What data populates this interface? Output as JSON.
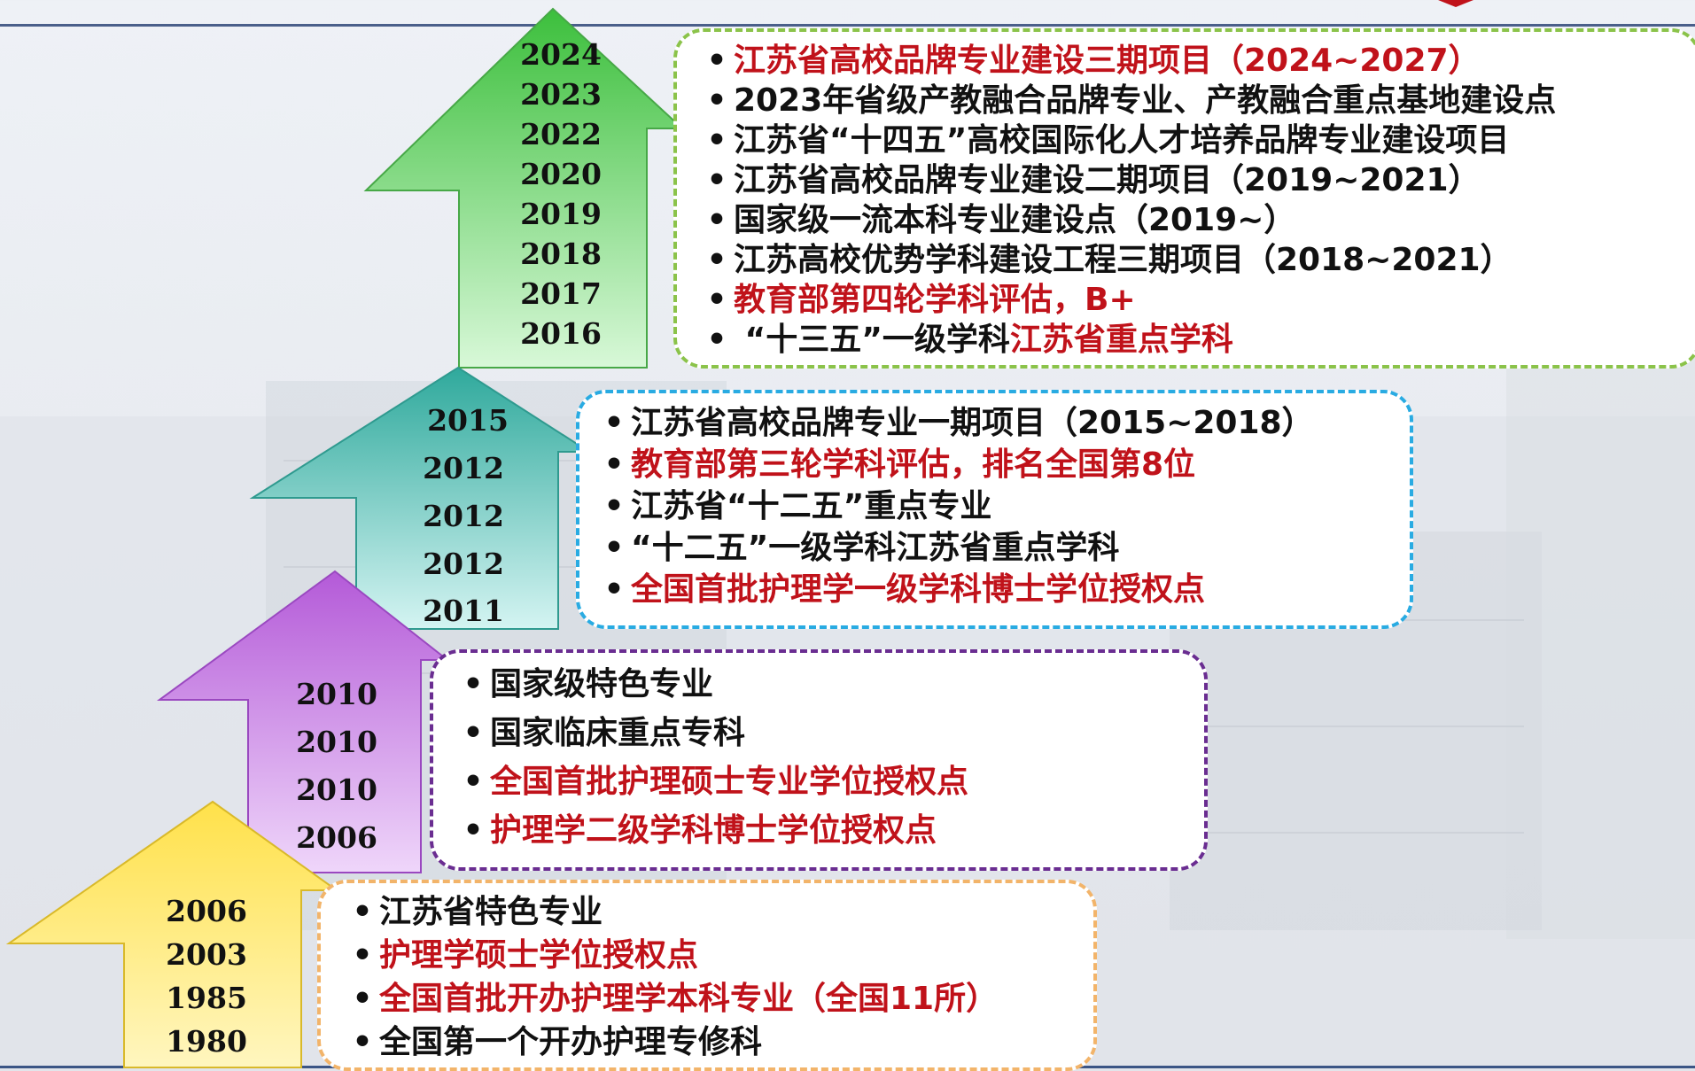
{
  "colors": {
    "step1": "#ffe680",
    "step2": "#cc88ee",
    "step3": "#5cc9c0",
    "step4": "#66d466",
    "highlight": "#c0121a",
    "text": "#111111"
  },
  "step1": {
    "years": [
      "2006",
      "2003",
      "1985",
      "1980"
    ],
    "items": [
      {
        "text": "江苏省特色专业",
        "red": ""
      },
      {
        "text": "",
        "red": "护理学硕士学位授权点"
      },
      {
        "text": "",
        "red": "全国首批开办护理学本科专业（全国11所）"
      },
      {
        "text": "全国第一个开办护理专修科",
        "red": ""
      }
    ]
  },
  "step2": {
    "years": [
      "2010",
      "2010",
      "2010",
      "2006"
    ],
    "items": [
      {
        "text": "国家级特色专业",
        "red": ""
      },
      {
        "text": "国家临床重点专科",
        "red": ""
      },
      {
        "text": "",
        "red": "全国首批护理硕士专业学位授权点"
      },
      {
        "text": "",
        "red": "护理学二级学科博士学位授权点"
      }
    ]
  },
  "step3": {
    "years": [
      "2015",
      "2012",
      "2012",
      "2012",
      "2011"
    ],
    "items": [
      {
        "text": "江苏省高校品牌专业一期项目（2015~2018）",
        "red": ""
      },
      {
        "text": "",
        "red": "教育部第三轮学科评估，排名全国第8位"
      },
      {
        "text": "江苏省“十二五”重点专业",
        "red": ""
      },
      {
        "text": "“十二五”一级学科江苏省重点学科",
        "red": ""
      },
      {
        "text": "",
        "red": "全国首批护理学一级学科博士学位授权点"
      }
    ]
  },
  "step4": {
    "years": [
      "2024",
      "2023",
      "2022",
      "2020",
      "2019",
      "2018",
      "2017",
      "2016"
    ],
    "items": [
      {
        "text": "",
        "red": "江苏省高校品牌专业建设三期项目（2024~2027）"
      },
      {
        "text": "2023年省级产教融合品牌专业、产教融合重点基地建设点",
        "red": ""
      },
      {
        "text": "江苏省“十四五”高校国际化人才培养品牌专业建设项目",
        "red": ""
      },
      {
        "text": "江苏省高校品牌专业建设二期项目（2019~2021）",
        "red": ""
      },
      {
        "text": "国家级一流本科专业建设点（2019~）",
        "red": ""
      },
      {
        "text": "江苏高校优势学科建设工程三期项目（2018~2021）",
        "red": ""
      },
      {
        "text": "",
        "red": "教育部第四轮学科评估，B+"
      },
      {
        "text": " “十三五”一级学科",
        "red": "江苏省重点学科"
      }
    ]
  }
}
